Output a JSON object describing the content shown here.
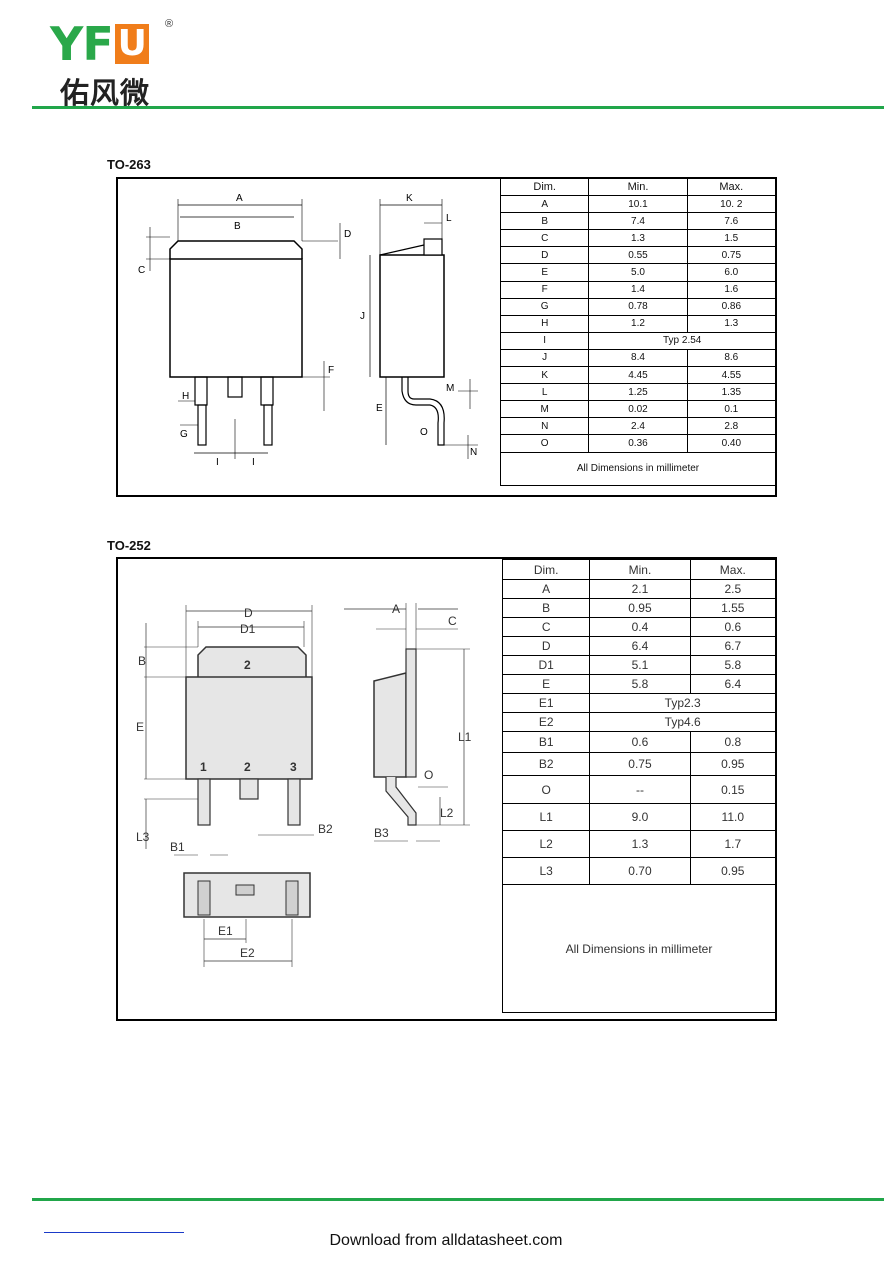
{
  "header": {
    "logo_y": "Y",
    "logo_f": "F",
    "logo_u": "U",
    "logo_reg": "®",
    "logo_cn": "佑风微"
  },
  "to263": {
    "title": "TO-263",
    "table_headers": [
      "Dim.",
      "Min.",
      "Max."
    ],
    "rows": [
      [
        "A",
        "10.1",
        "10. 2"
      ],
      [
        "B",
        "7.4",
        "7.6"
      ],
      [
        "C",
        "1.3",
        "1.5"
      ],
      [
        "D",
        "0.55",
        "0.75"
      ],
      [
        "E",
        "5.0",
        "6.0"
      ],
      [
        "F",
        "1.4",
        "1.6"
      ],
      [
        "G",
        "0.78",
        "0.86"
      ],
      [
        "H",
        "1.2",
        "1.3"
      ],
      [
        "I",
        "Typ 2.54",
        ""
      ],
      [
        "J",
        "8.4",
        "8.6"
      ],
      [
        "K",
        "4.45",
        "4.55"
      ],
      [
        "L",
        "1.25",
        "1.35"
      ],
      [
        "M",
        "0.02",
        "0.1"
      ],
      [
        "N",
        "2.4",
        "2.8"
      ],
      [
        "O",
        "0.36",
        "0.40"
      ]
    ],
    "note": "All Dimensions in millimeter",
    "drawing_labels": {
      "A": "A",
      "B": "B",
      "C": "C",
      "D": "D",
      "E": "E",
      "F": "F",
      "G": "G",
      "H": "H",
      "I1": "I",
      "I2": "I",
      "J": "J",
      "K": "K",
      "L": "L",
      "M": "M",
      "N": "N",
      "O": "O"
    }
  },
  "to252": {
    "title": "TO-252",
    "table_headers": [
      "Dim.",
      "Min.",
      "Max."
    ],
    "rows": [
      [
        "A",
        "2.1",
        "2.5"
      ],
      [
        "B",
        "0.95",
        "1.55"
      ],
      [
        "C",
        "0.4",
        "0.6"
      ],
      [
        "D",
        "6.4",
        "6.7"
      ],
      [
        "D1",
        "5.1",
        "5.8"
      ],
      [
        "E",
        "5.8",
        "6.4"
      ],
      [
        "E1",
        "Typ2.3",
        ""
      ],
      [
        "E2",
        "Typ4.6",
        ""
      ],
      [
        "B1",
        "0.6",
        "0.8"
      ],
      [
        "B2",
        "0.75",
        "0.95"
      ],
      [
        "O",
        "--",
        "0.15"
      ],
      [
        "L1",
        "9.0",
        "11.0"
      ],
      [
        "L2",
        "1.3",
        "1.7"
      ],
      [
        "L3",
        "0.70",
        "0.95"
      ]
    ],
    "note": "All Dimensions in millimeter",
    "drawing_labels": {
      "D": "D",
      "D1": "D1",
      "A": "A",
      "C": "C",
      "B": "B",
      "E": "E",
      "L1": "L1",
      "pin1": "1",
      "pin2": "2",
      "pin3": "3",
      "tab": "2",
      "O": "O",
      "L2": "L2",
      "L3": "L3",
      "B1": "B1",
      "B2": "B2",
      "B3": "B3",
      "E1": "E1",
      "E2": "E2"
    }
  },
  "footer": {
    "download_text": "Download from alldatasheet.com"
  }
}
